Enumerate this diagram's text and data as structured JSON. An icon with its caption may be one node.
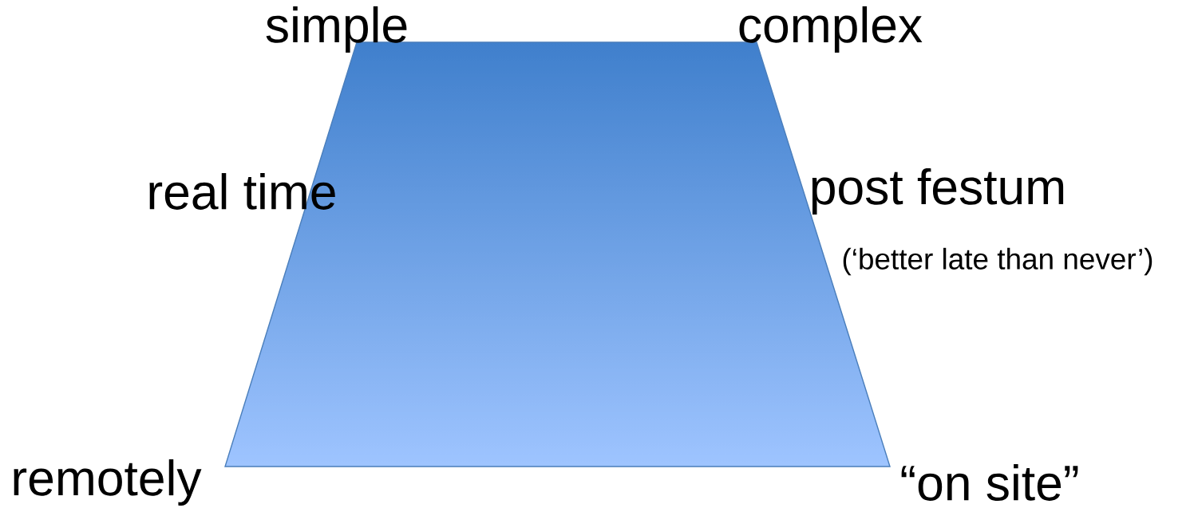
{
  "diagram": {
    "labels": [
      "simple",
      "complex",
      "real time",
      "post festum",
      "(‘better late than never’)",
      "remotely",
      "“on site”"
    ]
  }
}
